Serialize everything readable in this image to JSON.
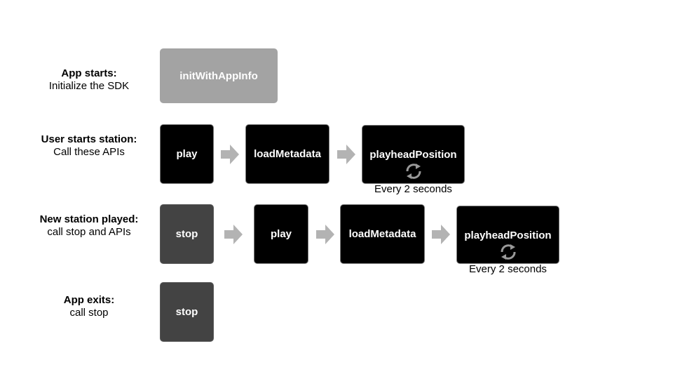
{
  "colors": {
    "init_box": "#a3a3a3",
    "dark_box": "#000000",
    "stop_box": "#434343",
    "arrow": "#b3b3b3",
    "cycle_icon": "#999999"
  },
  "rows": {
    "app_starts": {
      "heading": "App starts:",
      "sub": "Initialize the SDK",
      "steps": {
        "init": "initWithAppInfo"
      }
    },
    "user_starts": {
      "heading": "User starts station:",
      "sub": "Call these APIs",
      "steps": {
        "play": "play",
        "load": "loadMetadata",
        "playhead": "playheadPosition"
      },
      "caption": "Every 2 seconds"
    },
    "new_station": {
      "heading": "New station played:",
      "sub": "call stop and APIs",
      "steps": {
        "stop": "stop",
        "play": "play",
        "load": "loadMetadata",
        "playhead": "playheadPosition"
      },
      "caption": "Every 2 seconds"
    },
    "app_exits": {
      "heading": "App exits:",
      "sub": "call stop",
      "steps": {
        "stop": "stop"
      }
    }
  },
  "icons": {
    "arrow": "right-arrow-icon",
    "cycle": "refresh-cycle-icon"
  }
}
